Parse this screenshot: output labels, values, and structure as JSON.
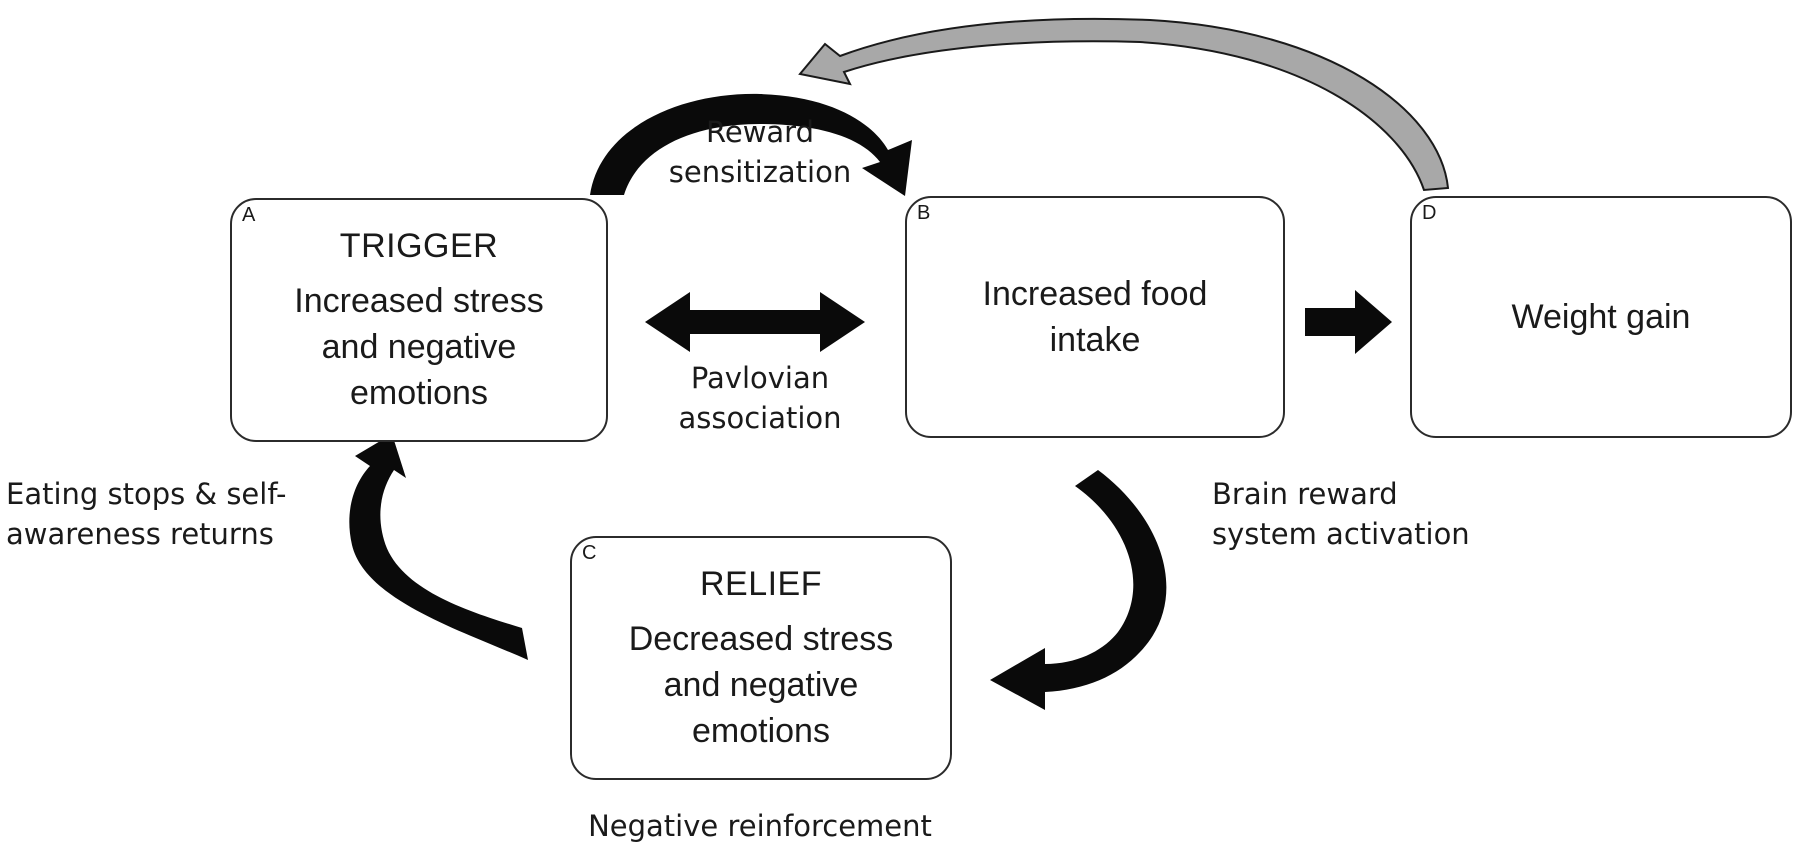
{
  "nodes": {
    "a": {
      "letter": "A",
      "title": "TRIGGER",
      "text": "Increased stress\nand negative\nemotions"
    },
    "b": {
      "letter": "B",
      "text": "Increased food\nintake"
    },
    "c": {
      "letter": "C",
      "title": "RELIEF",
      "text": "Decreased stress\nand negative\nemotions"
    },
    "d": {
      "letter": "D",
      "text": "Weight gain"
    }
  },
  "edges": {
    "reward_sensitization": "Reward\nsensitization",
    "pavlovian_association": "Pavlovian\nassociation",
    "brain_reward": "Brain reward\nsystem activation",
    "negative_reinforcement": "Negative reinforcement",
    "eating_stops": "Eating stops & self-\nawareness returns"
  },
  "colors": {
    "arrow_dark": "#0a0a0a",
    "arrow_gray": "#a8a8a8",
    "box_border": "#2b2b2b"
  }
}
